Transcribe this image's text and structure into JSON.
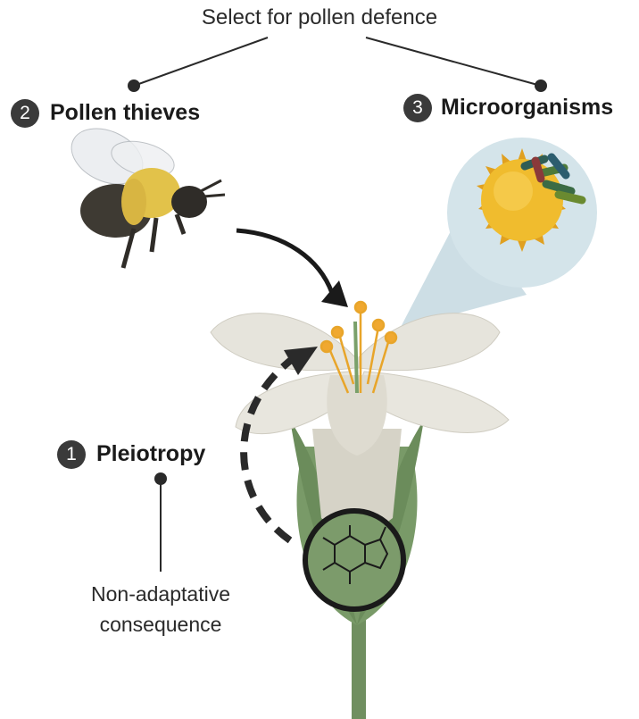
{
  "title": "Select for pollen defence",
  "hypotheses": [
    {
      "number": "2",
      "label": "Pollen thieves"
    },
    {
      "number": "3",
      "label": "Microorganisms"
    },
    {
      "number": "1",
      "label": "Pleiotropy"
    }
  ],
  "consequence": {
    "line1": "Non-adaptative",
    "line2": "consequence"
  },
  "colors": {
    "text": "#1f1f1f",
    "badge": "#3a3a3a",
    "petal": "#e6e4dc",
    "sepal": "#6f8f5f",
    "stamen": "#f0a830",
    "pollen": "#e8b42a",
    "zoom_bg": "#d4e4ea"
  },
  "icons": [
    "bee-icon",
    "pollen-grain-icon",
    "bacteria-icon",
    "flower-icon",
    "caffeine-molecule-icon"
  ]
}
